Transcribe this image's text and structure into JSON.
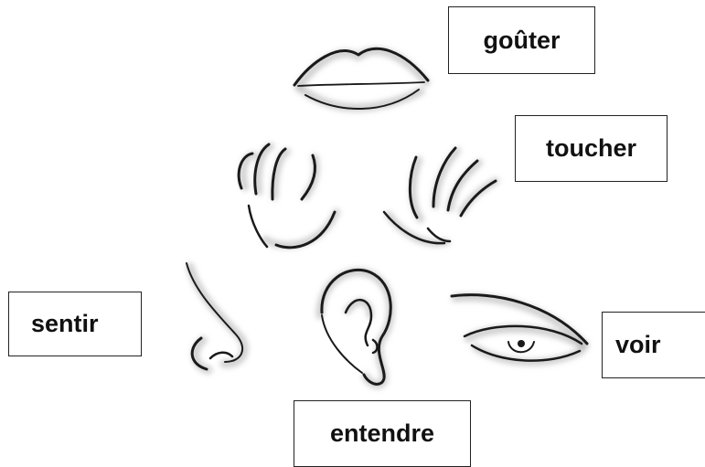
{
  "labels": {
    "gouter": "goûter",
    "toucher": "toucher",
    "sentir": "sentir",
    "voir": "voir",
    "entendre": "entendre"
  },
  "icons": {
    "lips": "lips-icon",
    "left_hand": "hand-icon",
    "right_hand": "hand-icon",
    "nose": "nose-icon",
    "ear": "ear-icon",
    "eye": "eye-icon"
  }
}
